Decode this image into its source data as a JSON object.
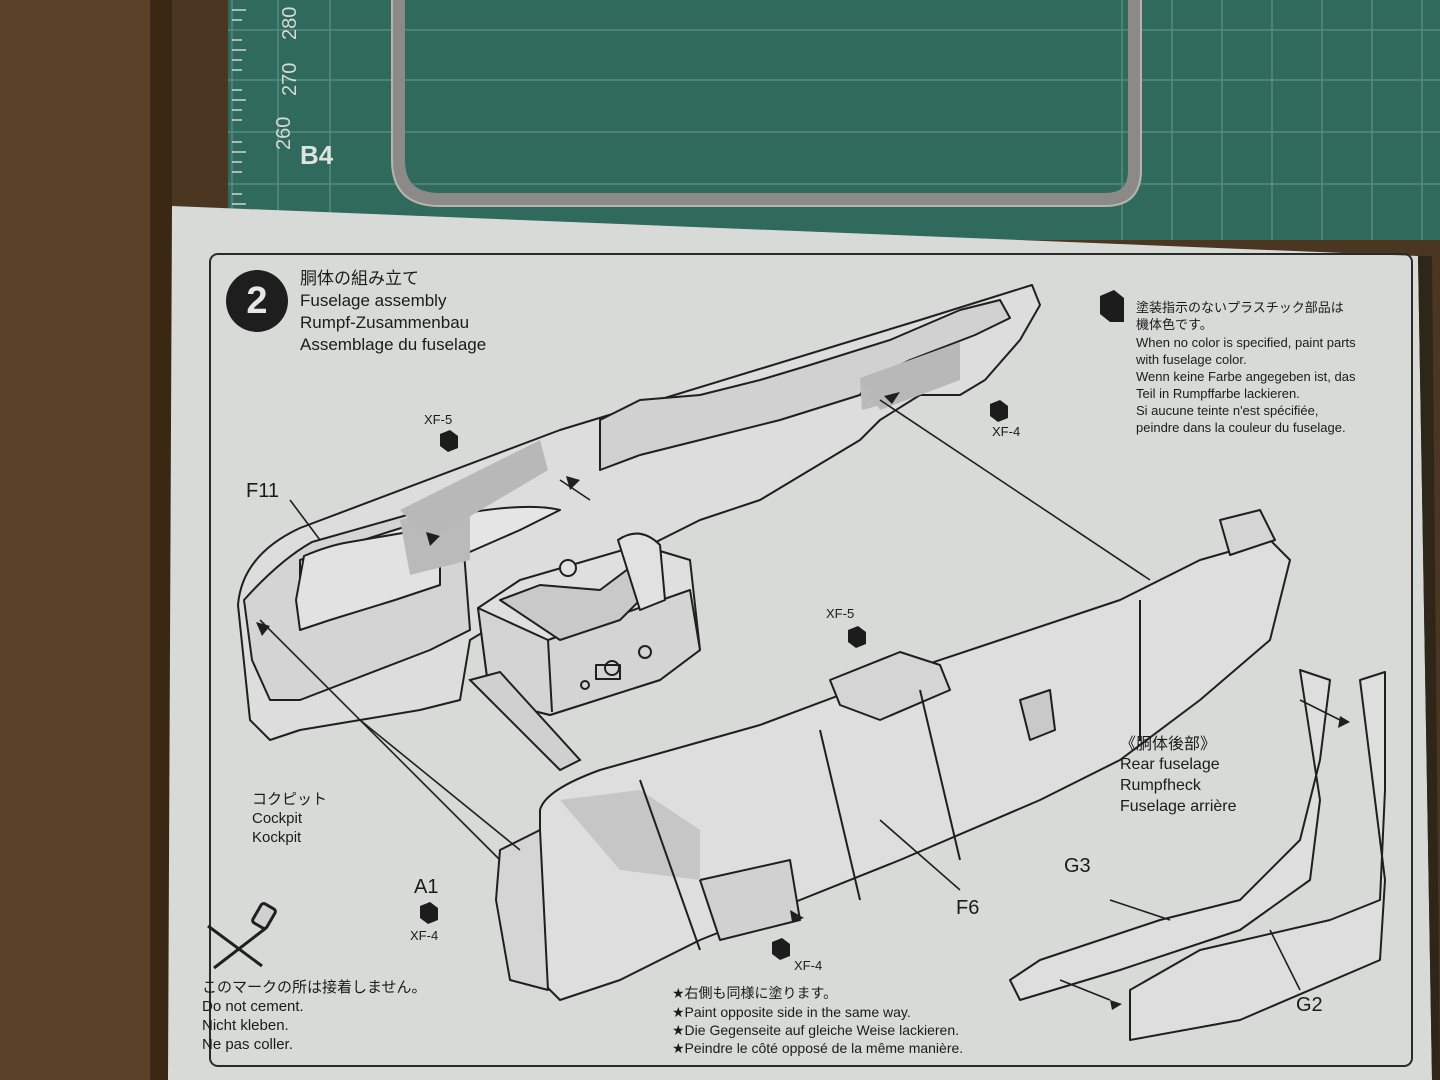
{
  "mat": {
    "ruler_numbers": [
      "280",
      "270",
      "260"
    ],
    "grid_label": "B4"
  },
  "step": {
    "number": "2",
    "title_ja": "胴体の組み立て",
    "title_en": "Fuselage assembly",
    "title_de": "Rumpf-Zusammenbau",
    "title_fr": "Assemblage du fuselage"
  },
  "color_note": {
    "ja_line1": "塗装指示のないプラスチック部品は",
    "ja_line2": "機体色です。",
    "en_line1": "When no color is specified, paint parts",
    "en_line2": "with fuselage color.",
    "de_line1": "Wenn keine Farbe angegeben ist, das",
    "de_line2": "Teil in Rumpffarbe lackieren.",
    "fr_line1": "Si aucune teinte n'est spécifiée,",
    "fr_line2": "peindre dans la couleur du fuselage."
  },
  "parts": {
    "f11": "F11",
    "f6": "F6",
    "a1": "A1",
    "g3": "G3",
    "g2": "G2"
  },
  "paint_codes": {
    "xf5_top": "XF-5",
    "xf4_top": "XF-4",
    "xf5_mid": "XF-5",
    "xf4_a1": "XF-4",
    "xf4_bottom": "XF-4"
  },
  "cockpit": {
    "ja": "コクピット",
    "en": "Cockpit",
    "de": "Kockpit"
  },
  "rear_fuselage": {
    "ja": "《胴体後部》",
    "en": "Rear fuselage",
    "de": "Rumpfheck",
    "fr": "Fuselage arrière"
  },
  "no_cement": {
    "ja": "このマークの所は接着しません。",
    "en": "Do not cement.",
    "de": "Nicht kleben.",
    "fr": "Ne pas coller."
  },
  "paint_opposite": {
    "ja": "★右側も同様に塗ります。",
    "en": "★Paint opposite side in the same way.",
    "de": "★Die Gegenseite auf gleiche Weise lackieren.",
    "fr": "★Peindre le côté opposé de la même manière."
  },
  "colors": {
    "paper": "#d9dbd9",
    "ink": "#1b1b1b",
    "shade": "#b8b9b8",
    "cutting_mat": "#2f6a5c",
    "desk": "#4a3520",
    "sprue": "#8a8a86"
  }
}
